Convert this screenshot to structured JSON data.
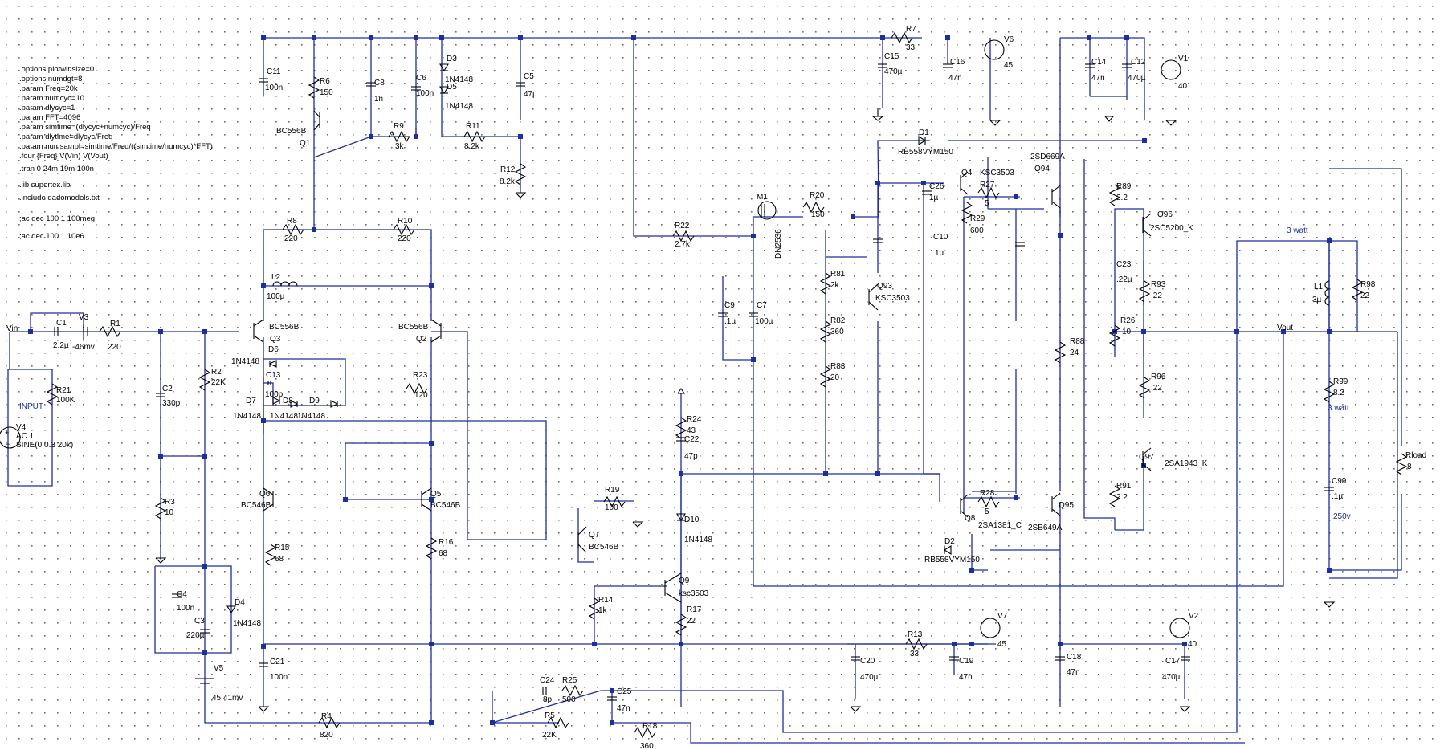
{
  "directives": [
    ".options plotwinsize=0",
    ".options numdgt=8",
    ".param Freq=20k",
    ".param numcyc=10",
    ".param dlycyc=1",
    ".param FFT=4096",
    ".param simtime=(dlycyc+numcyc)/Freq",
    ".param dlytime=dlycyc/Freq",
    ".param numsampl=simtime/Freq/((simtime/numcyc)*FFT)",
    ".four {Freq} V(Vin) V(Vout)",
    ".tran 0 24m 19m 100n",
    ".lib supertex.lib",
    ".include dadomodels.txt",
    ";ac dec 100 1 100meg",
    ";ac dec 100 1 10e6"
  ],
  "net_labels": {
    "vin": "Vin",
    "vout": "Vout",
    "input": "INPUT"
  },
  "annotations": {
    "watt1": "3 watt",
    "watt2": "3 watt",
    "volt": "250v"
  },
  "components": {
    "R1": {
      "name": "R1",
      "value": "220"
    },
    "R2": {
      "name": "R2",
      "value": "22K"
    },
    "R3": {
      "name": "R3",
      "value": "10"
    },
    "R4": {
      "name": "R4",
      "value": "820"
    },
    "R5": {
      "name": "R5",
      "value": "22K"
    },
    "R6": {
      "name": "R6",
      "value": "150"
    },
    "R7": {
      "name": "R7",
      "value": "33"
    },
    "R8": {
      "name": "R8",
      "value": "220"
    },
    "R9": {
      "name": "R9",
      "value": "3k"
    },
    "R10": {
      "name": "R10",
      "value": "220"
    },
    "R11": {
      "name": "R11",
      "value": "8.2k"
    },
    "R12": {
      "name": "R12",
      "value": "8.2k"
    },
    "R13": {
      "name": "R13",
      "value": "33"
    },
    "R14": {
      "name": "R14",
      "value": "1k"
    },
    "R15": {
      "name": "R15",
      "value": "68"
    },
    "R16": {
      "name": "R16",
      "value": "68"
    },
    "R17": {
      "name": "R17",
      "value": "22"
    },
    "R18": {
      "name": "R18",
      "value": "360"
    },
    "R19": {
      "name": "R19",
      "value": "100"
    },
    "R20": {
      "name": "R20",
      "value": "150"
    },
    "R21": {
      "name": "R21",
      "value": "100K"
    },
    "R22": {
      "name": "R22",
      "value": "2.7k"
    },
    "R23": {
      "name": "R23",
      "value": "120"
    },
    "R24": {
      "name": "R24",
      "value": "43"
    },
    "R25": {
      "name": "R25",
      "value": "500"
    },
    "R26": {
      "name": "R26",
      "value": "10"
    },
    "R27": {
      "name": "R27",
      "value": "5"
    },
    "R28": {
      "name": "R28",
      "value": "5"
    },
    "R29": {
      "name": "R29",
      "value": "600"
    },
    "R81": {
      "name": "R81",
      "value": "2k"
    },
    "R82": {
      "name": "R82",
      "value": "360"
    },
    "R83": {
      "name": "R83",
      "value": "20"
    },
    "R88": {
      "name": "R88",
      "value": "24"
    },
    "R89": {
      "name": "R89",
      "value": "2.2"
    },
    "R91": {
      "name": "R91",
      "value": "2.2"
    },
    "R93": {
      "name": "R93",
      "value": ".22"
    },
    "R96": {
      "name": "R96",
      "value": ".22"
    },
    "R98": {
      "name": "R98",
      "value": "22"
    },
    "R99": {
      "name": "R99",
      "value": "8.2"
    },
    "Rload": {
      "name": "Rload",
      "value": "8"
    },
    "C1": {
      "name": "C1",
      "value": "2.2µ"
    },
    "C2": {
      "name": "C2",
      "value": "330p"
    },
    "C3": {
      "name": "C3",
      "value": "220µ"
    },
    "C4": {
      "name": "C4",
      "value": "100n"
    },
    "C5": {
      "name": "C5",
      "value": "47µ"
    },
    "C6": {
      "name": "C6",
      "value": "100n"
    },
    "C7": {
      "name": "C7",
      "value": "100µ"
    },
    "C8": {
      "name": "C8",
      "value": "1n"
    },
    "C9": {
      "name": "C9",
      "value": ".1µ"
    },
    "C10": {
      "name": "C10",
      "value": "1µ"
    },
    "C11": {
      "name": "C11",
      "value": "100n"
    },
    "C12": {
      "name": "C12",
      "value": "470µ"
    },
    "C13": {
      "name": "C13",
      "value": "100p"
    },
    "C14": {
      "name": "C14",
      "value": "47n"
    },
    "C15": {
      "name": "C15",
      "value": "470µ"
    },
    "C16": {
      "name": "C16",
      "value": "47n"
    },
    "C17": {
      "name": "C17",
      "value": "470µ"
    },
    "C18": {
      "name": "C18",
      "value": "47n"
    },
    "C19": {
      "name": "C19",
      "value": "47n"
    },
    "C20": {
      "name": "C20",
      "value": "470µ"
    },
    "C21": {
      "name": "C21",
      "value": "100n"
    },
    "C22": {
      "name": "C22",
      "value": "47p"
    },
    "C23": {
      "name": "C23",
      "value": ".22µ"
    },
    "C24": {
      "name": "C24",
      "value": "8p"
    },
    "C25": {
      "name": "C25",
      "value": "47n"
    },
    "C26": {
      "name": "C26",
      "value": "1µ"
    },
    "C99": {
      "name": "C99",
      "value": ".1µ"
    },
    "L1": {
      "name": "L1",
      "value": "3µ"
    },
    "L2": {
      "name": "L2",
      "value": "100µ"
    },
    "D1": {
      "name": "D1",
      "value": "RB558VYM150"
    },
    "D2": {
      "name": "D2",
      "value": "RB558VYM150"
    },
    "D3": {
      "name": "D3",
      "value": "1N4148"
    },
    "D4": {
      "name": "D4",
      "value": "1N4148"
    },
    "D5": {
      "name": "D5",
      "value": "1N4148"
    },
    "D6": {
      "name": "D6",
      "value": "1N4148"
    },
    "D7": {
      "name": "D7",
      "value": "1N4148"
    },
    "D8": {
      "name": "D8",
      "value": "1N4148"
    },
    "D9": {
      "name": "D9",
      "value": "1N4148"
    },
    "D10": {
      "name": "D10",
      "value": "1N4148"
    },
    "Q1": {
      "name": "Q1",
      "value": "BC556B"
    },
    "Q2": {
      "name": "Q2",
      "value": "BC556B"
    },
    "Q3": {
      "name": "Q3",
      "value": "BC556B"
    },
    "Q4": {
      "name": "Q4",
      "value": "KSC3503"
    },
    "Q5": {
      "name": "Q5",
      "value": "BC546B"
    },
    "Q6": {
      "name": "Q6",
      "value": "BC546B"
    },
    "Q7": {
      "name": "Q7",
      "value": "BC546B"
    },
    "Q8": {
      "name": "Q8",
      "value": "2SA1381_C"
    },
    "Q9": {
      "name": "Q9",
      "value": "ksc3503"
    },
    "Q93": {
      "name": "Q93",
      "value": "KSC3503"
    },
    "Q94": {
      "name": "Q94",
      "value": "2SD669A"
    },
    "Q95": {
      "name": "Q95",
      "value": "2SB649A"
    },
    "Q96": {
      "name": "Q96",
      "value": "2SC5200_K"
    },
    "Q97": {
      "name": "Q97",
      "value": "2SA1943_K"
    },
    "M1": {
      "name": "M1",
      "value": "DN2536"
    },
    "V1": {
      "name": "V1",
      "value": "40"
    },
    "V2": {
      "name": "V2",
      "value": "40"
    },
    "V3": {
      "name": "V3",
      "value": "-46mv"
    },
    "V4": {
      "name": "V4",
      "value": "AC 1",
      "value2": "SINE(0 0.3 20k)"
    },
    "V5": {
      "name": "V5",
      "value": "45.41mv"
    },
    "V6": {
      "name": "V6",
      "value": "45"
    },
    "V7": {
      "name": "V7",
      "value": "45"
    }
  }
}
